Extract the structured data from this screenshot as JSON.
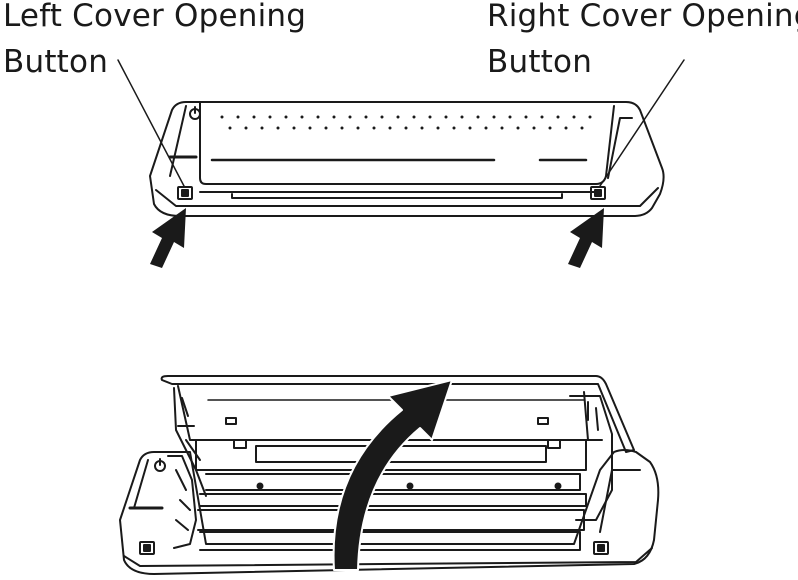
{
  "labels": {
    "left": {
      "line1": "Left Cover Opening",
      "line2": "Button"
    },
    "right": {
      "line1": "Right Cover Opening",
      "line2": "Button"
    }
  },
  "colors": {
    "stroke": "#1a1a1a",
    "fill": "#ffffff",
    "arrow": "#1a1a1a"
  }
}
